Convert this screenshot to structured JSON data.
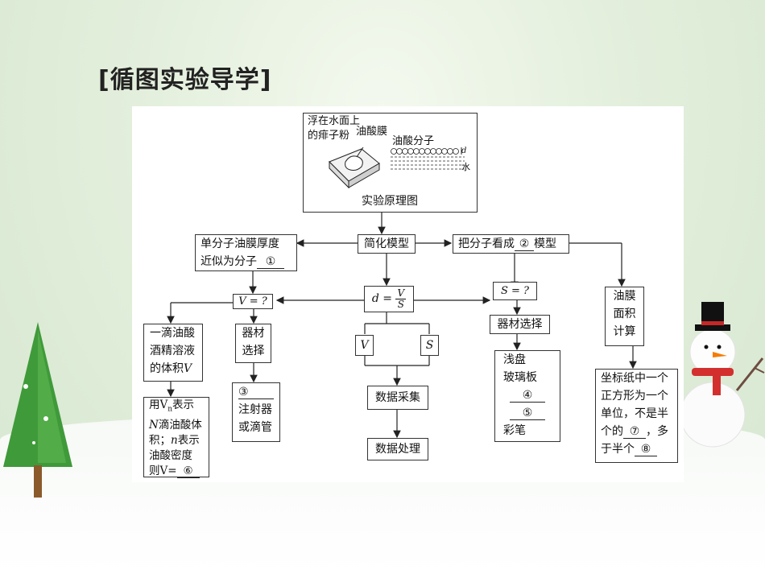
{
  "heading": "[循图实验导学]",
  "diagram": {
    "principle": {
      "label_pollen": [
        "浮在水面上",
        "的痱子粉"
      ],
      "label_film": "油酸膜",
      "label_molecule": "油酸分子",
      "label_d": "d",
      "label_water": "水",
      "caption": "实验原理图"
    },
    "simplify": "简化模型",
    "thickness": {
      "line1": "单分子油膜厚度",
      "line2": "近似为分子",
      "blank": "①"
    },
    "treat_as": {
      "prefix": "把分子看成",
      "blank": "②",
      "suffix": "模型"
    },
    "v_query": "V = ?",
    "d_formula": {
      "d": "d",
      "eq": "=",
      "num": "V",
      "den": "S"
    },
    "s_query": "S = ?",
    "drop_volume": {
      "line1": "一滴油酸",
      "line2": "酒精溶液",
      "line3": "的体积",
      "var": "V"
    },
    "equip1": {
      "line1": "器材",
      "line2": "选择"
    },
    "v_box": "V",
    "s_box": "S",
    "equip2": "器材选择",
    "oil_area": {
      "line1": "油膜",
      "line2": "面积",
      "line3": "计算"
    },
    "formula_desc": {
      "l1a": "用V",
      "l1sub": "n",
      "l1b": "表示",
      "l2": "滴油酸体",
      "l2var": "N",
      "l3": "积；",
      "l3var": "n",
      "l3b": "表示",
      "l4": "油酸密度",
      "l5": "则V=",
      "blank": "⑥"
    },
    "syringe": {
      "blank": "③",
      "line2": "注射器",
      "line3": "或滴管"
    },
    "collect": "数据采集",
    "process": "数据处理",
    "tray": {
      "line1": "浅盘",
      "line2": "玻璃板",
      "blank4": "④",
      "blank5": "⑤",
      "line5": "彩笔"
    },
    "grid": {
      "l1": "坐标纸中一个",
      "l2": "正方形为一个",
      "l3": "单位，不是半",
      "l4a": "个的",
      "blank7": "⑦",
      "l4b": "，多",
      "l5a": "于半个",
      "blank8": "⑧"
    }
  }
}
